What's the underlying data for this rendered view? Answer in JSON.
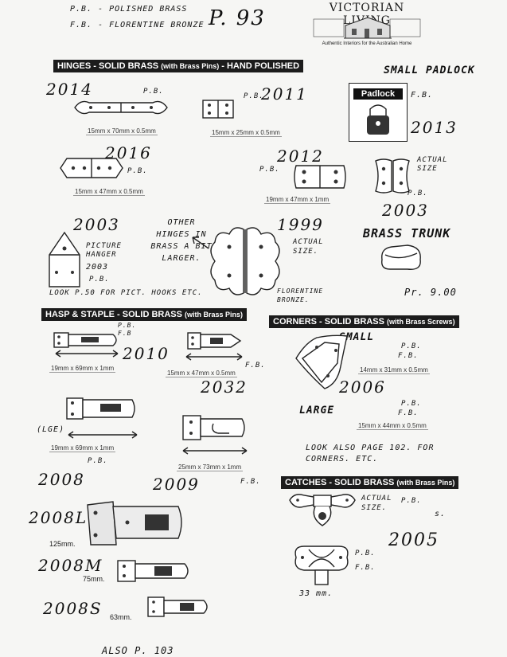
{
  "legend": {
    "pb": "P.B. - POLISHED BRASS",
    "fb": "F.B. - FLORENTINE BRONZE"
  },
  "page_ref": "P. 93",
  "logo": {
    "name": "VICTORIAN LIVING",
    "tagline": "Authentic Interiors for the Australian Home"
  },
  "sections": {
    "hinges": {
      "title": "HINGES - SOLID BRASS",
      "sub": "(with Brass Pins)",
      "suffix": " - HAND POLISHED"
    },
    "hasp": {
      "title": "HASP & STAPLE - SOLID BRASS",
      "sub": "(with Brass Pins)"
    },
    "corners": {
      "title": "CORNERS - SOLID BRASS",
      "sub": "(with Brass Screws)"
    },
    "catches": {
      "title": "CATCHES - SOLID BRASS",
      "sub": "(with Brass Pins)"
    }
  },
  "padlock": {
    "label": "SMALL PADLOCK",
    "box": "Padlock",
    "fin": "F.B.",
    "code": "2013"
  },
  "hinges": [
    {
      "code": "2014",
      "fin": "P.B.",
      "dim": "15mm x 70mm x 0.5mm"
    },
    {
      "code": "2011",
      "fin": "P.B.",
      "dim": "15mm x 25mm x 0.5mm"
    },
    {
      "code": "2016",
      "fin": "P.B.",
      "dim": "15mm x 47mm x 0.5mm"
    },
    {
      "code": "2012",
      "fin": "P.B.",
      "dim": "19mm x 47mm x 1mm"
    },
    {
      "code": "2003",
      "fin": "P.B.",
      "note": "ACTUAL SIZE"
    }
  ],
  "picture_hanger": {
    "code": "2003",
    "label": "PICTURE HANGER",
    "sub": "2003",
    "fin": "P.B.",
    "note": "LOOK P.50 FOR PICT. HOOKS ETC."
  },
  "other_hinges": "OTHER HINGES IN BRASS A BIT LARGER.",
  "big_hinge": {
    "code": "1999",
    "note": "ACTUAL SIZE.",
    "fin": "FLORENTINE BRONZE."
  },
  "brass_trunk": {
    "code": "2003",
    "label": "BRASS TRUNK",
    "price": "Pr. 9.00"
  },
  "hasps": [
    {
      "code": "2010",
      "fin": "P.B. F.B",
      "dim": "19mm x 69mm x 1mm"
    },
    {
      "code": "2032",
      "fin": "F.B.",
      "dim": "15mm x 47mm x 0.5mm"
    },
    {
      "code": "2008",
      "fin": "P.B.",
      "dim": "19mm x 69mm x 1mm",
      "note": "(LGE)"
    },
    {
      "code": "2009",
      "fin": "F.B.",
      "dim": "25mm x 73mm x 1mm"
    }
  ],
  "hasp_sizes": [
    {
      "code": "2008L",
      "dim": "125mm."
    },
    {
      "code": "2008M",
      "dim": "75mm."
    },
    {
      "code": "2008S",
      "dim": "63mm."
    }
  ],
  "corners": {
    "code": "2006",
    "small": {
      "label": "SMALL",
      "fin1": "P.B.",
      "fin2": "F.B.",
      "dim": "14mm x 31mm x 0.5mm"
    },
    "large": {
      "label": "LARGE",
      "fin1": "P.B.",
      "fin2": "F.B.",
      "dim": "15mm x 44mm x 0.5mm"
    },
    "note": "LOOK ALSO PAGE 102. FOR CORNERS. ETC."
  },
  "catches": {
    "code": "2005",
    "note": "ACTUAL SIZE.",
    "fin": "P.B.",
    "fin_suffix": "s.",
    "fin2a": "P.B.",
    "fin2b": "F.B.",
    "dim": "33 mm."
  },
  "footer": "ALSO P. 103"
}
